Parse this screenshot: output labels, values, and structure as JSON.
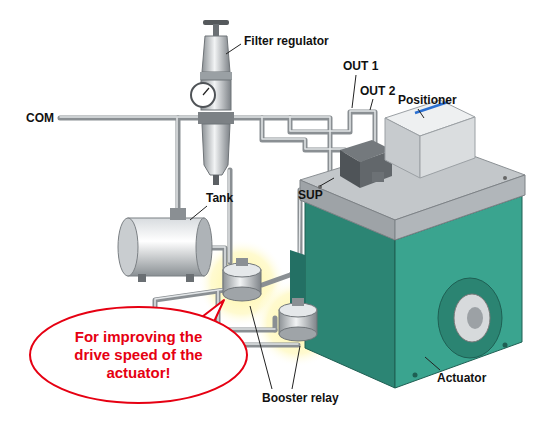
{
  "diagram": {
    "nodes": [
      {
        "text": [
          "For improving the drive speed of the actuator!"
        ]
      }
    ],
    "labels": [
      "Filter regulator",
      "COM",
      "OUT 1",
      "OUT 2",
      "Positioner",
      "SUP",
      "Tank",
      "Booster relay",
      "Actuator"
    ]
  }
}
